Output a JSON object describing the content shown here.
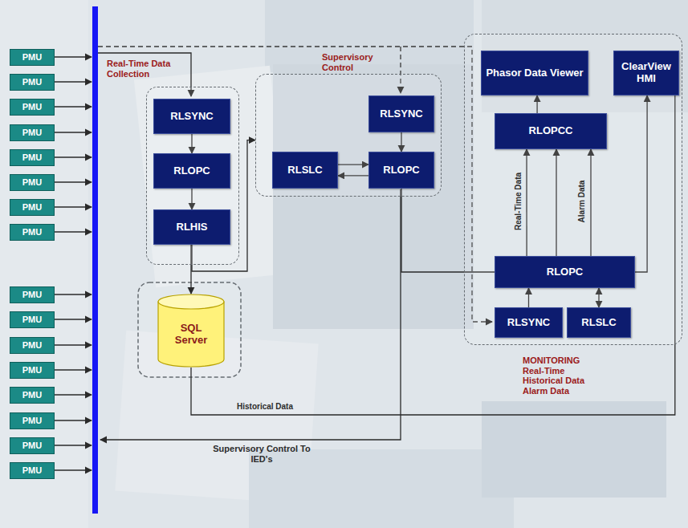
{
  "diagram": {
    "nodes": [
      {
        "text": [
          "PMU"
        ]
      },
      {
        "text": [
          "PMU"
        ]
      },
      {
        "text": [
          "PMU"
        ]
      },
      {
        "text": [
          "PMU"
        ]
      },
      {
        "text": [
          "PMU"
        ]
      },
      {
        "text": [
          "PMU"
        ]
      },
      {
        "text": [
          "PMU"
        ]
      },
      {
        "text": [
          "PMU"
        ]
      },
      {
        "text": [
          "PMU"
        ]
      },
      {
        "text": [
          "PMU"
        ]
      },
      {
        "text": [
          "PMU"
        ]
      },
      {
        "text": [
          "PMU"
        ]
      },
      {
        "text": [
          "PMU"
        ]
      },
      {
        "text": [
          "PMU"
        ]
      },
      {
        "text": [
          "PMU"
        ]
      },
      {
        "text": [
          "PMU"
        ]
      },
      {
        "text": [
          "Real-Time Data Collection"
        ]
      },
      {
        "text": [
          "RLSYNC"
        ],
        "in": 16
      },
      {
        "text": [
          "RLOPC"
        ],
        "in": 16
      },
      {
        "text": [
          "RLHIS"
        ],
        "in": 16
      },
      {
        "text": [
          "SQL Server"
        ]
      },
      {
        "text": [
          "Supervisory Control"
        ]
      },
      {
        "text": [
          "RLSYNC"
        ],
        "in": 21
      },
      {
        "text": [
          "RLSLC"
        ],
        "in": 21
      },
      {
        "text": [
          "RLOPC"
        ],
        "in": 21
      },
      {
        "text": [
          "MONITORING",
          "Real-Time Historical Data Alarm Data"
        ]
      },
      {
        "text": [
          "Phasor Data Viewer"
        ],
        "in": 25
      },
      {
        "text": [
          "ClearView HMI"
        ],
        "in": 25
      },
      {
        "text": [
          "RLOPCC"
        ],
        "in": 25
      },
      {
        "text": [
          "RLOPC"
        ],
        "in": 25
      },
      {
        "text": [
          "RLSYNC"
        ],
        "in": 25
      },
      {
        "text": [
          "RLSLC"
        ],
        "in": 25
      }
    ],
    "edges": [
      {
        "from": 17,
        "to": 18,
        "arrow": "to"
      },
      {
        "from": 18,
        "to": 19,
        "arrow": "to"
      },
      {
        "from": 19,
        "to": 20,
        "arrow": "to"
      },
      {
        "from": 19,
        "to": 21,
        "arrow": "to"
      },
      {
        "from": 22,
        "to": 24,
        "arrow": "to"
      },
      {
        "from": 23,
        "to": 24,
        "arrow": "to"
      },
      {
        "from": 24,
        "to": 23,
        "arrow": "to"
      },
      {
        "from": 24,
        "to": 29,
        "arrow": "none"
      },
      {
        "from": 20,
        "to": 27,
        "label": "Historical Data",
        "arrow": "none"
      },
      {
        "from": 28,
        "to": 26,
        "arrow": "to"
      },
      {
        "from": 29,
        "to": 28,
        "label": "Real-Time Data",
        "arrow": "to"
      },
      {
        "from": 29,
        "to": 28,
        "arrow": "to"
      },
      {
        "from": 29,
        "to": 28,
        "label": "Alarm Data",
        "arrow": "to"
      },
      {
        "from": 29,
        "to": 27,
        "arrow": "to"
      },
      {
        "from": 30,
        "to": 29,
        "arrow": "to"
      },
      {
        "from": 31,
        "to": 29,
        "arrow": "both"
      }
    ],
    "labels": [
      "Supervisory Control To IED's"
    ]
  }
}
